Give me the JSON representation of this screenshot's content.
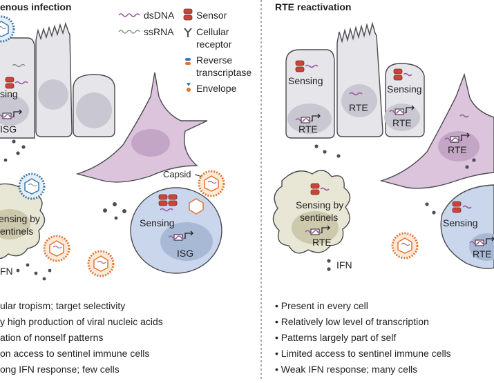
{
  "left_panel": {
    "title": "enous infection",
    "labels": {
      "sensing_top": "sing",
      "isg_top": "ISG",
      "sentinel_line1": "ensing by",
      "sentinel_line2": "entinels",
      "ifn": "FN",
      "capsid": "Capsid",
      "sensing_blue": "Sensing",
      "isg_blue": "ISG"
    },
    "bullets": [
      "ular tropism; target selectivity",
      "y high production of viral nucleic acids",
      "ation of nonself patterns",
      "on access to sentinel immune cells",
      "ong IFN response; few cells"
    ]
  },
  "legend": {
    "dsdna": "dsDNA",
    "ssrna": "ssRNA",
    "sensor": "Sensor",
    "cellular_receptor_1": "Cellular",
    "cellular_receptor_2": "receptor",
    "reverse_transcriptase_1": "Reverse",
    "reverse_transcriptase_2": "transcriptase",
    "envelope": "Envelope"
  },
  "right_panel": {
    "title": "RTE reactivation",
    "labels": {
      "sensing_1": "Sensing",
      "rte_1": "RTE",
      "rte_2": "RTE",
      "sensing_3": "Sensing",
      "rte_3": "RTE",
      "rte_pink": "RTE",
      "sentinel_line1": "Sensing by",
      "sentinel_line2": "sentinels",
      "rte_sentinel": "RTE",
      "ifn": "IFN",
      "sensing_blue": "Sensing",
      "rte_blue": "RTE"
    },
    "bullets": [
      "Present in every cell",
      "Relatively low level of transcription",
      "Patterns largely part of self",
      "Limited access to sentinel immune cells",
      "Weak IFN response; many cells"
    ]
  },
  "colors": {
    "divider": "#555555",
    "columnar_cell": "#e6e6ea",
    "dendritic_cell": "#dcc4dc",
    "blue_cell": "#c9d6ec",
    "sentinel_cell": "#e8e6d4",
    "sensor": "#c9453a",
    "virus_blue": "#3a7ab0",
    "virus_orange": "#e0752f"
  }
}
